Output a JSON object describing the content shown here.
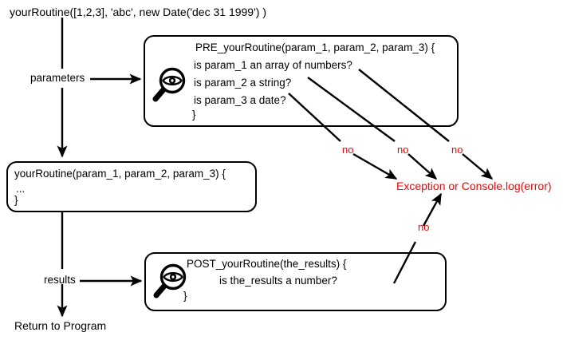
{
  "diagram": {
    "title_call": "yourRoutine([1,2,3], 'abc', new Date('dec 31 1999') )",
    "edge_labels": {
      "parameters": "parameters",
      "results": "results",
      "no_1": "no",
      "no_2": "no",
      "no_3": "no",
      "no_4": "no"
    },
    "pre_box": {
      "icon": "magnifier-eye-icon",
      "lines": [
        "PRE_yourRoutine(param_1, param_2, param_3) {",
        "is param_1 an array of numbers?",
        "is param_2 a string?",
        "is param_3 a date?",
        "}"
      ]
    },
    "routine_box": {
      "lines": [
        "yourRoutine(param_1, param_2, param_3) {",
        "...",
        "}"
      ]
    },
    "post_box": {
      "icon": "magnifier-eye-icon",
      "lines": [
        "POST_yourRoutine(the_results) {",
        "is the_results a number?",
        "}"
      ]
    },
    "error_text": "Exception or Console.log(error)",
    "return_text": "Return to Program",
    "colors": {
      "stroke": "#000000",
      "error": "#ff0000",
      "background": "#ffffff"
    }
  }
}
